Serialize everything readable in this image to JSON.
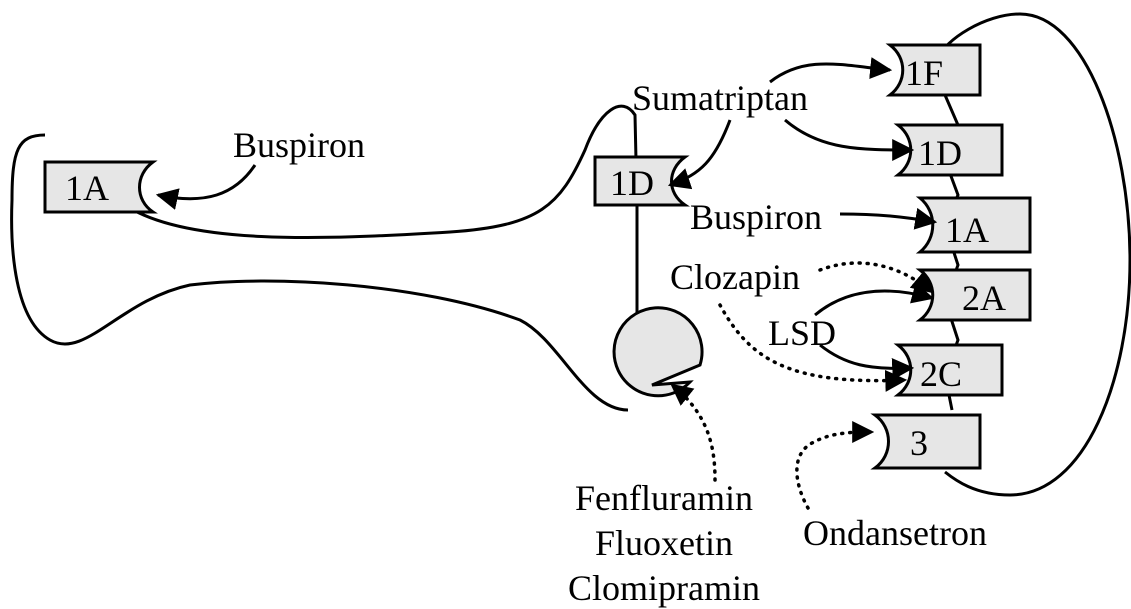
{
  "receptors": {
    "presynaptic_1a": "1A",
    "autoreceptor_1d": "1D",
    "r1f": "1F",
    "r1d": "1D",
    "r1a": "1A",
    "r2a": "2A",
    "r2c": "2C",
    "r3": "3"
  },
  "drugs": {
    "buspiron_left": "Buspiron",
    "sumatriptan": "Sumatriptan",
    "buspiron_right": "Buspiron",
    "clozapin": "Clozapin",
    "lsd": "LSD",
    "ondansetron": "Ondansetron",
    "fenfluramin": "Fenfluramin",
    "fluoxetin": "Fluoxetin",
    "clomipramin": "Clomipramin"
  },
  "colors": {
    "receptor_fill": "#e6e6e6",
    "stroke": "#000000",
    "background": "#ffffff"
  }
}
